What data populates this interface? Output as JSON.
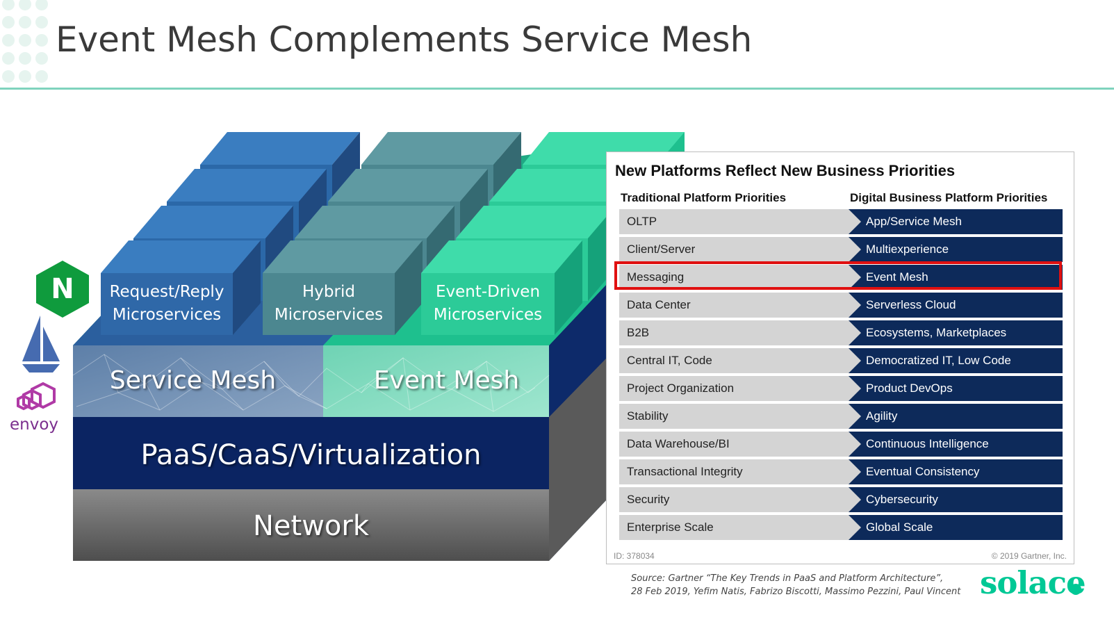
{
  "slide": {
    "title": "Event Mesh Complements Service Mesh"
  },
  "diagram": {
    "blocks": [
      {
        "line1": "Request/Reply",
        "line2": "Microservices",
        "color": "#2f68a8"
      },
      {
        "line1": "Hybrid",
        "line2": "Microservices",
        "color": "#4c8790"
      },
      {
        "line1": "Event-Driven",
        "line2": "Microservices",
        "color": "#2ccb98"
      }
    ],
    "layers": {
      "service_mesh": "Service Mesh",
      "event_mesh": "Event Mesh",
      "paas": "PaaS/CaaS/Virtualization",
      "network": "Network"
    },
    "logos": {
      "nginx": "N",
      "envoy": "envoy"
    }
  },
  "gartner": {
    "title": "New Platforms Reflect New Business Priorities",
    "col_traditional": "Traditional Platform Priorities",
    "col_digital": "Digital Business Platform Priorities",
    "rows": [
      {
        "traditional": "OLTP",
        "digital": "App/Service Mesh"
      },
      {
        "traditional": "Client/Server",
        "digital": "Multiexperience"
      },
      {
        "traditional": "Messaging",
        "digital": "Event Mesh"
      },
      {
        "traditional": "Data Center",
        "digital": "Serverless Cloud"
      },
      {
        "traditional": "B2B",
        "digital": "Ecosystems, Marketplaces"
      },
      {
        "traditional": "Central IT, Code",
        "digital": "Democratized IT, Low Code"
      },
      {
        "traditional": "Project Organization",
        "digital": "Product DevOps"
      },
      {
        "traditional": "Stability",
        "digital": "Agility"
      },
      {
        "traditional": "Data Warehouse/BI",
        "digital": "Continuous Intelligence"
      },
      {
        "traditional": "Transactional Integrity",
        "digital": "Eventual Consistency"
      },
      {
        "traditional": "Security",
        "digital": "Cybersecurity"
      },
      {
        "traditional": "Enterprise Scale",
        "digital": "Global Scale"
      }
    ],
    "highlighted_row": "Messaging",
    "id": "ID: 378034",
    "copyright": "© 2019 Gartner, Inc."
  },
  "footer": {
    "source_line1": "Source: Gartner “The Key Trends in PaaS and Platform Architecture”,",
    "source_line2": "28 Feb 2019, Yefim Natis, Fabrizo Biscotti, Massimo Pezzini, Paul Vincent",
    "logo": "solace"
  }
}
